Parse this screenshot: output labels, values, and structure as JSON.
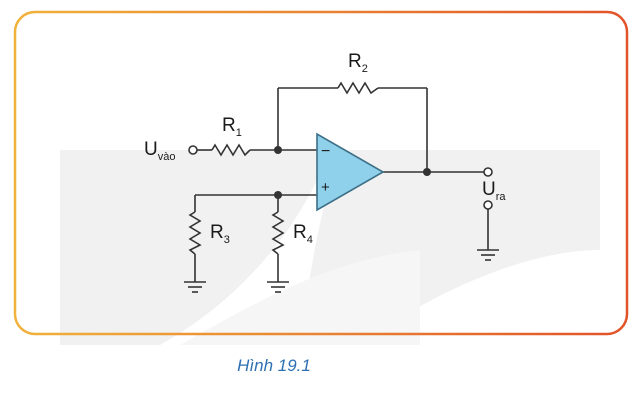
{
  "figure": {
    "caption": "Hình 19.1"
  },
  "circuit": {
    "input_label": {
      "main": "U",
      "sub": "vào"
    },
    "output_label": {
      "main": "U",
      "sub": "ra"
    },
    "r1": {
      "main": "R",
      "sub": "1"
    },
    "r2": {
      "main": "R",
      "sub": "2"
    },
    "r3": {
      "main": "R",
      "sub": "3"
    },
    "r4": {
      "main": "R",
      "sub": "4"
    },
    "opamp": {
      "inverting": "−",
      "non_inverting": "+"
    }
  },
  "colors": {
    "frame_left": "#f0b23a",
    "frame_right": "#e2532a",
    "opamp_fill": "#8fd0ea",
    "wire": "#333333",
    "watermark": "#f0f0f0",
    "caption": "#2f6fb4"
  }
}
